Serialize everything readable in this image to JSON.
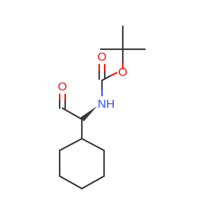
{
  "molecule": {
    "atoms": {
      "carbonyl_oxygen": "O",
      "ester_oxygen": "O",
      "aldehyde_oxygen": "O",
      "nitrogen": "NH"
    },
    "colors": {
      "bond": "#3a3a3a",
      "oxygen": "#ff0d0d",
      "nitrogen": "#3050f8",
      "background": "#ffffff"
    }
  }
}
